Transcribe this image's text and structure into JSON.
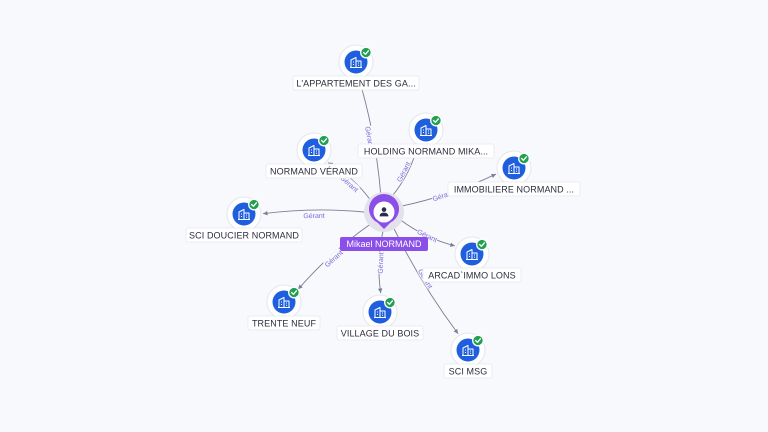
{
  "center": {
    "name": "Mikael NORMAND",
    "icon": "person-icon",
    "color": "#8a4fe8"
  },
  "companies": [
    {
      "id": "appartement",
      "name": "L'APPARTEMENT DES GA...",
      "relation": "Gérant",
      "verified": true
    },
    {
      "id": "holding",
      "name": "HOLDING NORMAND MIKA...",
      "relation": "Gérant",
      "verified": true
    },
    {
      "id": "normand-verand",
      "name": "NORMAND VÉRAND",
      "relation": "Gérant",
      "verified": true
    },
    {
      "id": "immobiliere",
      "name": "IMMOBILIERE NORMAND ...",
      "relation": "Gérant",
      "verified": true
    },
    {
      "id": "sci-doucier",
      "name": "SCI DOUCIER NORMAND",
      "relation": "Gérant",
      "verified": true
    },
    {
      "id": "arcad",
      "name": "ARCAD`IMMO LONS",
      "relation": "Gérant",
      "verified": true
    },
    {
      "id": "trente-neuf",
      "name": "TRENTE NEUF",
      "relation": "Gérant",
      "verified": true
    },
    {
      "id": "village",
      "name": "VILLAGE DU BOIS",
      "relation": "Gérant",
      "verified": true
    },
    {
      "id": "sci-msg",
      "name": "SCI MSG",
      "relation": "Gérant",
      "verified": true
    }
  ],
  "colors": {
    "company_icon": "#1f5fdd",
    "verified_badge": "#21a052",
    "edge": "#7a7e96",
    "edge_label": "#7e68d8"
  }
}
